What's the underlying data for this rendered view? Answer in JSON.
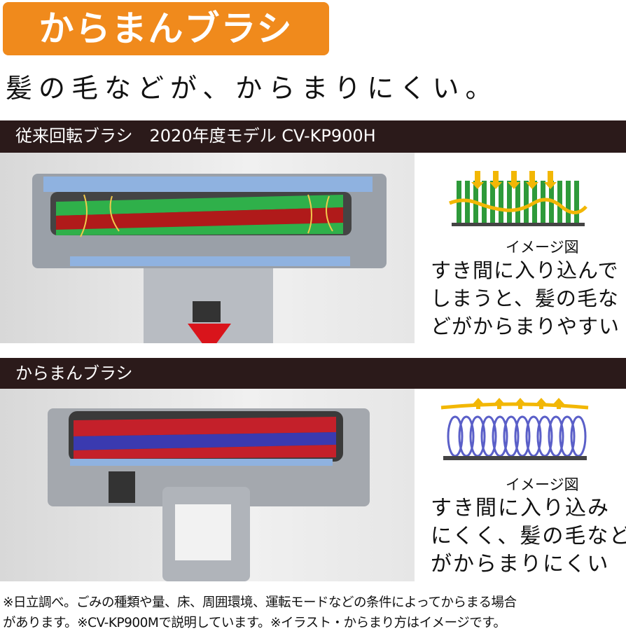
{
  "banner": {
    "title": "からまんブラシ",
    "color": "#f08a1c"
  },
  "subtitle": "髪の毛などが、からまりにくい。",
  "section_conventional": {
    "header": "従来回転ブラシ　2020年度モデル CV-KP900H",
    "diagram_caption": "イメージ図",
    "description": [
      "すき間に入り込んで",
      "しまうと、髪の毛な",
      "どがからまりやすい"
    ]
  },
  "section_karaman": {
    "header": "からまんブラシ",
    "diagram_caption": "イメージ図",
    "description": [
      "すき間に入り込み",
      "にくく、髪の毛など",
      "がからまりにくい"
    ]
  },
  "footnote": [
    "※日立調べ。ごみの種類や量、床、周囲環境、運転モードなどの条件によってからまる場合",
    "があります。※CV-KP900Mで説明しています。※イラスト・からまり方はイメージです。"
  ],
  "colors": {
    "header_bar": "#2b1a1a",
    "arrow_red": "#d9141b",
    "bristle_green": "#2e9a3a",
    "hair_yellow": "#f2b705",
    "coil_blue": "#5a5fc8"
  }
}
